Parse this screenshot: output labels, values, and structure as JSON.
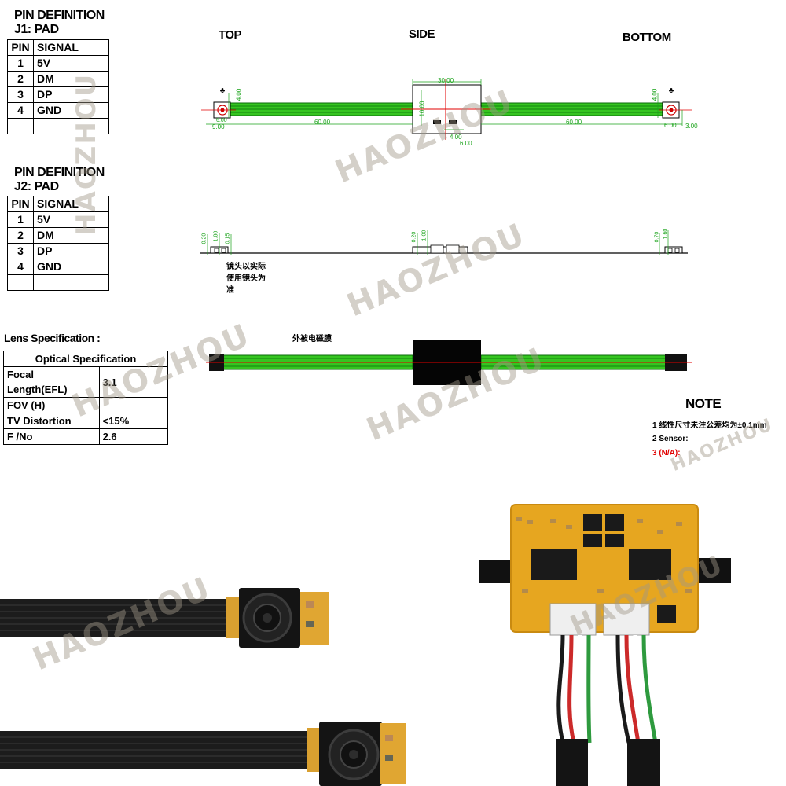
{
  "j1": {
    "title": "PIN DEFINITION",
    "subtitle": "J1: PAD",
    "headers": [
      "PIN",
      "SIGNAL"
    ],
    "rows": [
      [
        "1",
        "5V"
      ],
      [
        "2",
        "DM"
      ],
      [
        "3",
        "DP"
      ],
      [
        "4",
        "GND"
      ],
      [
        "",
        ""
      ]
    ]
  },
  "j2": {
    "title": "PIN DEFINITION",
    "subtitle": "J2: PAD",
    "headers": [
      "PIN",
      "SIGNAL"
    ],
    "rows": [
      [
        "1",
        "5V"
      ],
      [
        "2",
        "DM"
      ],
      [
        "3",
        "DP"
      ],
      [
        "4",
        "GND"
      ],
      [
        "",
        ""
      ]
    ]
  },
  "lens": {
    "title": "Lens Specification :",
    "table_header": "Optical Specification",
    "rows": [
      [
        "Focal Length(EFL)",
        "3.1"
      ],
      [
        "FOV (H)",
        ""
      ],
      [
        "TV Distortion",
        "<15%"
      ],
      [
        "F /No",
        "2.6"
      ]
    ]
  },
  "views": {
    "top": "TOP",
    "side": "SIDE",
    "bottom": "BOTTOM"
  },
  "dimensions": {
    "board_width": "30.00",
    "left_cable": "60.00",
    "right_cable": "60.00",
    "left_offset": "9.00",
    "right_offset": "6.00",
    "module_h": "4.00",
    "right_h": "4.00",
    "right_small": "3.00",
    "board_h": "10.00",
    "board_b1": "4.00",
    "board_b2": "6.00",
    "side_t1": "0.20",
    "side_t2": "1.80",
    "side_t3": "0.15",
    "side_m1": "0.20",
    "side_m2": "1.00",
    "side_r1": "0.70",
    "side_r2": "1.60",
    "small_left": "6.00"
  },
  "annotations": {
    "lens_note": "镜头以实际使用镜头为准",
    "shield_note": "外被电磁膜"
  },
  "note": {
    "title": "NOTE",
    "lines": [
      "1 线性尺寸未注公差均为±0.1mm",
      "2 Sensor:",
      "3 (N/A):"
    ]
  },
  "watermark": "HAOZHOU",
  "colors": {
    "cable_green": "#35c520",
    "dimension_green": "#1aa31a",
    "center_red": "#e00000",
    "pcb_gold": "#e6a620",
    "flex_black": "#1c1c1c"
  }
}
